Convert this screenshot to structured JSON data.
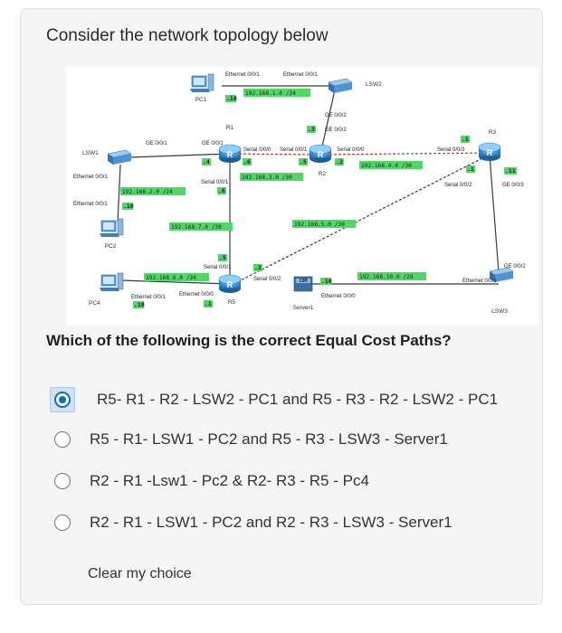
{
  "prompt": "Consider the network topology below",
  "topology": {
    "nodes": {
      "pc1": "PC1",
      "pc2": "PC2",
      "pc4": "PC4",
      "lsw1": "LSW1",
      "lsw2": "LSW2",
      "lsw3": "LSW3",
      "r1": "R1",
      "r2": "R2",
      "r3": "R3",
      "r5": "R5",
      "server1": "Server1"
    },
    "interfaces": {
      "pc1_eth": "Ethernet 0/0/1",
      "lsw2_eth": "Ethernet 0/0/1",
      "lsw2_ge": "GE 0/0/2",
      "r2_ge": "GE 0/0/2",
      "lsw1_ge": "GE 0/0/1",
      "r1_ge": "GE 0/0/1",
      "r1_s0": "Serial 0/0/0",
      "r2_s1": "Serial 0/0/1",
      "r2_s0": "Serial 0/0/0",
      "r3_s3": "Serial 0/0/3",
      "r3_s2": "Serial 0/0/2",
      "r3_ge3": "GE 0/0/3",
      "lsw1_eth1": "Ethernet 0/0/1",
      "pc2_eth": "Ethernet 0/0/1",
      "r1_s1": "Serial 0/0/1",
      "r5_s1": "Serial 0/0/1",
      "r5_s2": "Serial 0/0/2",
      "r5_eth0": "Ethernet 0/0/0",
      "pc4_eth": "Ethernet 0/0/1",
      "lsw3_ge2": "GE 0/0/2",
      "lsw3_eth1": "Ethernet 0/0/1",
      "server_eth": "Ethernet 0/0/0"
    },
    "networks": {
      "n1": "192.168.1.0 /24",
      "n2": "192.168.2.0 /24",
      "n3": "192.168.3.0 /30",
      "n4": "192.168.4.0 /30",
      "n5": "192.168.5.0 /30",
      "n6": "192.168.6.0 /24",
      "n7": "192.168.7.0 /30",
      "n10": "192.168.10.0 /28"
    },
    "host_ids": {
      "pc1": ".10",
      "pc2": ".10",
      "pc4": ".10",
      "server1": ".10",
      "r1_ge": ".4",
      "r1_s0": ".6",
      "r1_s1": ".6",
      "r2_ge": ".3",
      "r2_s1": ".5",
      "r2_s0": ".2",
      "r3_s3": ".1",
      "r3_s2": ".1",
      "r3_ge": ".11",
      "r5_s1": ".5",
      "r5_s2": ".2",
      "r5_eth": ".1"
    },
    "com_badge": "COM"
  },
  "question": "Which of the following is the correct Equal Cost Paths?",
  "options": [
    {
      "label": "R5- R1 - R2 - LSW2 - PC1 and   R5 - R3 - R2 - LSW2 - PC1",
      "selected": true
    },
    {
      "label": "R5 - R1- LSW1 - PC2 and R5 - R3 - LSW3 - Server1",
      "selected": false
    },
    {
      "label": "R2 - R1 -Lsw1 -  Pc2  & R2- R3 - R5 - Pc4",
      "selected": false
    },
    {
      "label": "R2 - R1 - LSW1 - PC2 and  R2 - R3 - LSW3 - Server1",
      "selected": false
    }
  ],
  "clear_label": "Clear my choice",
  "colors": {
    "accent": "#0f6cbf",
    "ip_highlight": "#4cd964",
    "router": "#2f8bd8",
    "serial_link": "#c0392b"
  }
}
